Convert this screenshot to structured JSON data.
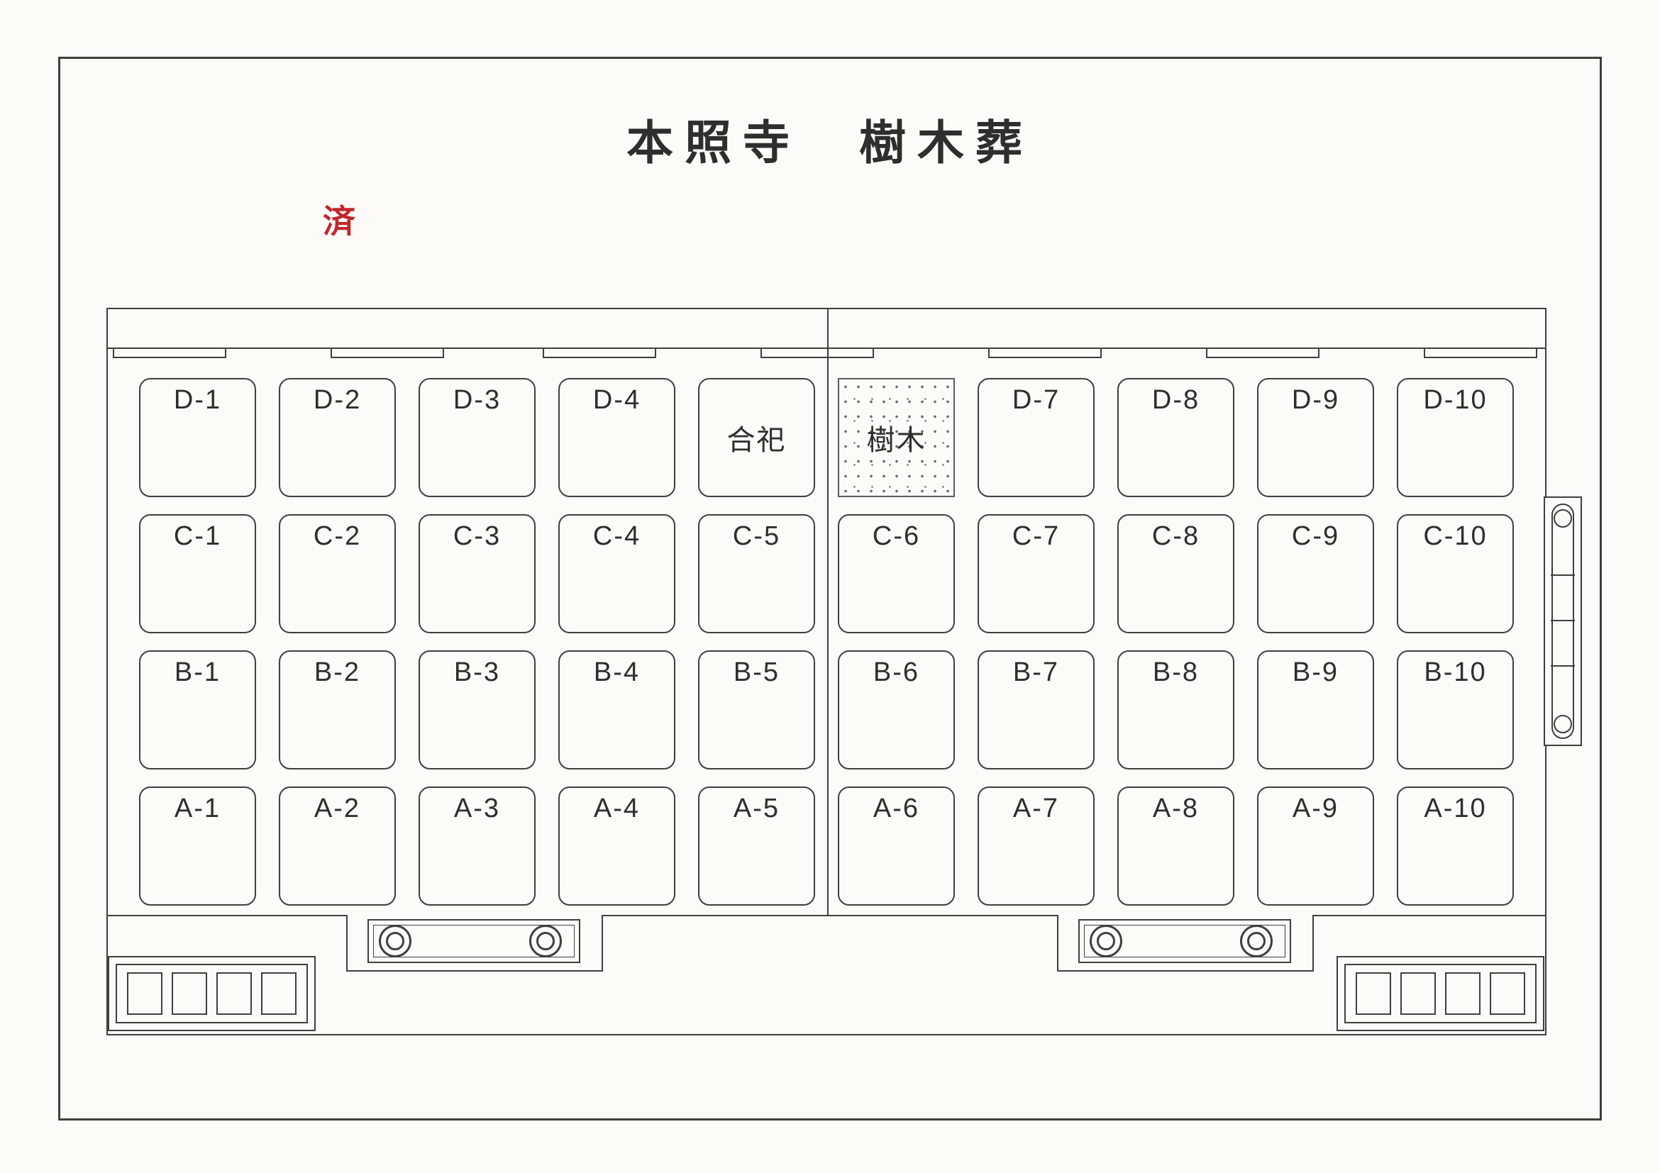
{
  "title": "本照寺　樹木葬",
  "stamp": "済",
  "colors": {
    "line": "#3f3f3f",
    "stamp_red": "#c0272d",
    "paper": "#fcfbf8"
  },
  "plot_map": {
    "communal_label": "合祀",
    "tree_label": "樹木",
    "rows": [
      {
        "name": "D",
        "cells": [
          "D-1",
          "D-2",
          "D-3",
          "D-4",
          "合祀",
          "樹木",
          "D-7",
          "D-8",
          "D-9",
          "D-10"
        ]
      },
      {
        "name": "C",
        "cells": [
          "C-1",
          "C-2",
          "C-3",
          "C-4",
          "C-5",
          "C-6",
          "C-7",
          "C-8",
          "C-9",
          "C-10"
        ]
      },
      {
        "name": "B",
        "cells": [
          "B-1",
          "B-2",
          "B-3",
          "B-4",
          "B-5",
          "B-6",
          "B-7",
          "B-8",
          "B-9",
          "B-10"
        ]
      },
      {
        "name": "A",
        "cells": [
          "A-1",
          "A-2",
          "A-3",
          "A-4",
          "A-5",
          "A-6",
          "A-7",
          "A-8",
          "A-9",
          "A-10"
        ]
      }
    ]
  }
}
